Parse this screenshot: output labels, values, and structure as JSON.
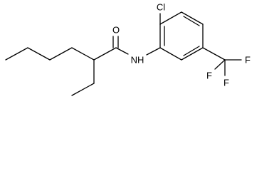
{
  "molecule": {
    "atoms": {
      "O": "O",
      "NH": "NH",
      "Cl": "Cl",
      "F1": "F",
      "F2": "F",
      "F3": "F"
    },
    "colors": {
      "ink": "#000000",
      "background": "#ffffff"
    }
  }
}
